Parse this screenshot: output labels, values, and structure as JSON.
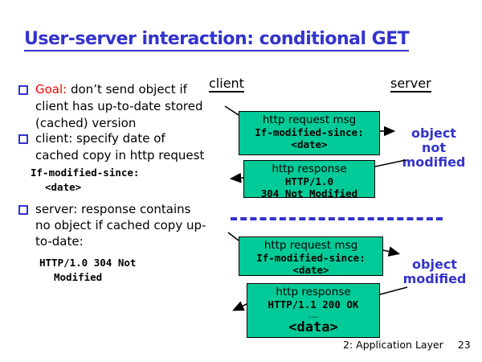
{
  "slide": {
    "title": "User-server interaction: conditional GET",
    "footer_section": "2: Application Layer",
    "footer_page": "23"
  },
  "colors": {
    "accent_blue": "#3333CC",
    "goal_red": "#FF0000",
    "box_green": "#00CB98"
  },
  "bullets": {
    "b1": {
      "lead": "Goal:",
      "line1": " don’t send object if",
      "line2": "client has up-to-date stored",
      "line3": "(cached) version"
    },
    "b2": {
      "line1": "client: specify date of",
      "line2": "cached copy in http request"
    },
    "code1": {
      "line1": "If-modified-since:",
      "line2": "<date>"
    },
    "b3": {
      "line1": "server: response contains",
      "line2": "no object if cached copy up-",
      "line3": "to-date:"
    },
    "code2": {
      "line1": "HTTP/1.0 304 Not",
      "line2": "Modified"
    }
  },
  "diagram": {
    "client_label": "client",
    "server_label": "server",
    "req1": {
      "title": "http request msg",
      "code1": "If-modified-since:",
      "code2": "<date>"
    },
    "resp1": {
      "title": "http response",
      "code1": "HTTP/1.0",
      "code2": "304 Not Modified"
    },
    "req2": {
      "title": "http request msg",
      "code1": "If-modified-since:",
      "code2": "<date>"
    },
    "resp2": {
      "title": "http response",
      "code1": "HTTP/1.1 200 OK",
      "ellipsis": "…",
      "code2": "<data>"
    },
    "not_modified": [
      "object",
      "not",
      "modified"
    ],
    "modified": [
      "object",
      "modified"
    ]
  }
}
